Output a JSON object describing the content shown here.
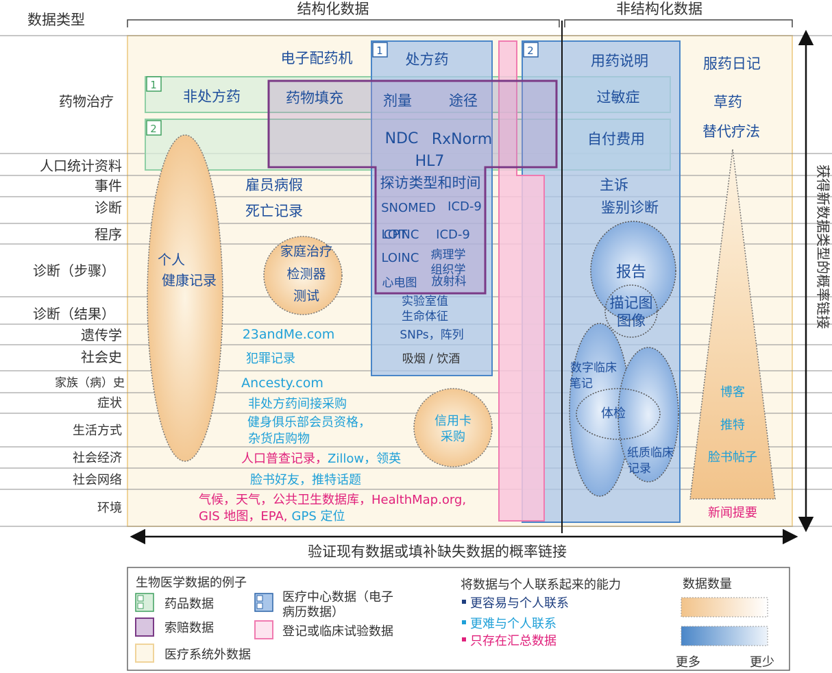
{
  "header": {
    "data_type": "数据类型",
    "structured": "结构化数据",
    "unstructured": "非结构化数据"
  },
  "rows": [
    "药物治疗",
    "人口统计资料",
    "事件",
    "诊断",
    "程序",
    "诊断（步骤）",
    "诊断（结果）",
    "遗传学",
    "社会史",
    "家族（病）史",
    "症状",
    "生活方式",
    "社会经济",
    "社会网络",
    "环境"
  ],
  "box_numbers": [
    "1",
    "2"
  ],
  "labels": {
    "e_dispenser": "电子配药机",
    "rx": "处方药",
    "med_instr": "用药说明",
    "med_diary": "服药日记",
    "otc": "非处方药",
    "fill": "药物填充",
    "dose": "剂量",
    "route": "途径",
    "allergy": "过敏症",
    "herbal": "草药",
    "alt_therapy": "替代疗法",
    "ndc": "NDC",
    "rxnorm": "RxNorm",
    "copay": "自付费用",
    "hl7": "HL7",
    "sick_leave": "雇员病假",
    "visit_type": "探访类型和时间",
    "complaint": "主诉",
    "death_record": "死亡记录",
    "snomed": "SNOMED",
    "icd9_a": "ICD-9",
    "diff_dx": "鉴别诊断",
    "cpt": "CPT",
    "loinc_a": "LOINC",
    "icd9_b": "ICD-9",
    "loinc_b": "LOINC",
    "pathology": "病理学",
    "histology": "组织学",
    "ecg": "心电图",
    "radiology": "放射科",
    "lab": "实验室值",
    "vitals": "生命体征",
    "report": "报告",
    "tracing1": "描记图",
    "tracing2": "图像",
    "site_23": "23andMe.com",
    "snp": "SNPs，阵列",
    "criminal": "犯罪记录",
    "smoking": "吸烟 / 饮酒",
    "ancestry": "Ancesty.com",
    "digital_note1": "数字临床",
    "digital_note2": "笔记",
    "exam": "体检",
    "otc_purchase": "非处方药间接采购",
    "gym1": "健身俱乐部会员资格，",
    "gym2": "杂货店购物",
    "census": "人口普查记录，",
    "zillow": "Zillow，领英",
    "fb_friends": "脸书好友，推特话题",
    "env1": "气候，天气，公共卫生数据库，HealthMap.org,",
    "env2_gis": "GIS 地图，EPA,",
    "env2_gps": "GPS 定位",
    "paper_note1": "纸质临床",
    "paper_note2": "记录",
    "phr1": "个人",
    "phr2": "健康记录",
    "home1": "家庭治疗",
    "home2": "检测器",
    "home3": "测试",
    "cc1": "信用卡",
    "cc2": "采购",
    "blog": "博客",
    "twitter": "推特",
    "fb_posts": "脸书帖子",
    "news": "新闻提要"
  },
  "axis": {
    "horizontal": "验证现有数据或填补缺失数据的概率链接",
    "vertical": "获得新数据类型的概率链接"
  },
  "legend": {
    "examples_title": "生物医学数据的例子",
    "drug_data": "药品数据",
    "claims_data": "索赔数据",
    "outside_data": "医疗系统外数据",
    "center_data1": "医疗中心数据（电子",
    "center_data2": "病历数据）",
    "registry_data": "登记或临床试验数据",
    "link_title": "将数据与个人联系起来的能力",
    "easy": "更容易与个人联系",
    "hard": "更难与个人联系",
    "aggregate": "只存在汇总数据",
    "volume_title": "数据数量",
    "more": "更多",
    "less": "更少"
  },
  "colors": {
    "dark_navy": "#1f3f80",
    "cyan": "#1fa0d8",
    "magenta": "#e0217c",
    "drug_green": "#6fc58f",
    "claims_purple": "#7a3a86",
    "center_blue": "#4a86c8",
    "registry_pink": "#f07ab0",
    "outside_cream": "#f5d9a0"
  }
}
